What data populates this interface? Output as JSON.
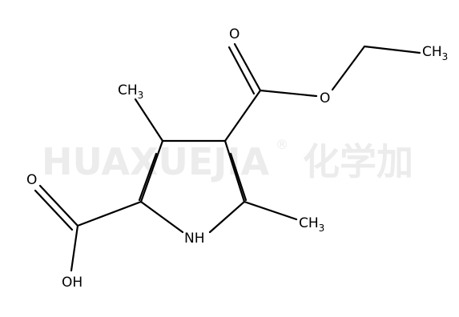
{
  "watermark": {
    "text": "HUAXUEJIA",
    "registered": "®",
    "cn": "化学加"
  },
  "labels": {
    "carbonyl_o_ester": "O",
    "ester_o": "O",
    "ethyl_ch3": {
      "main": "CH",
      "sub": "3"
    },
    "methyl_top": {
      "main": "CH",
      "sub": "3"
    },
    "methyl_right": {
      "main": "CH",
      "sub": "3"
    },
    "acid_carbonyl_o": "O",
    "hydroxyl": "OH",
    "nh": "NH"
  }
}
